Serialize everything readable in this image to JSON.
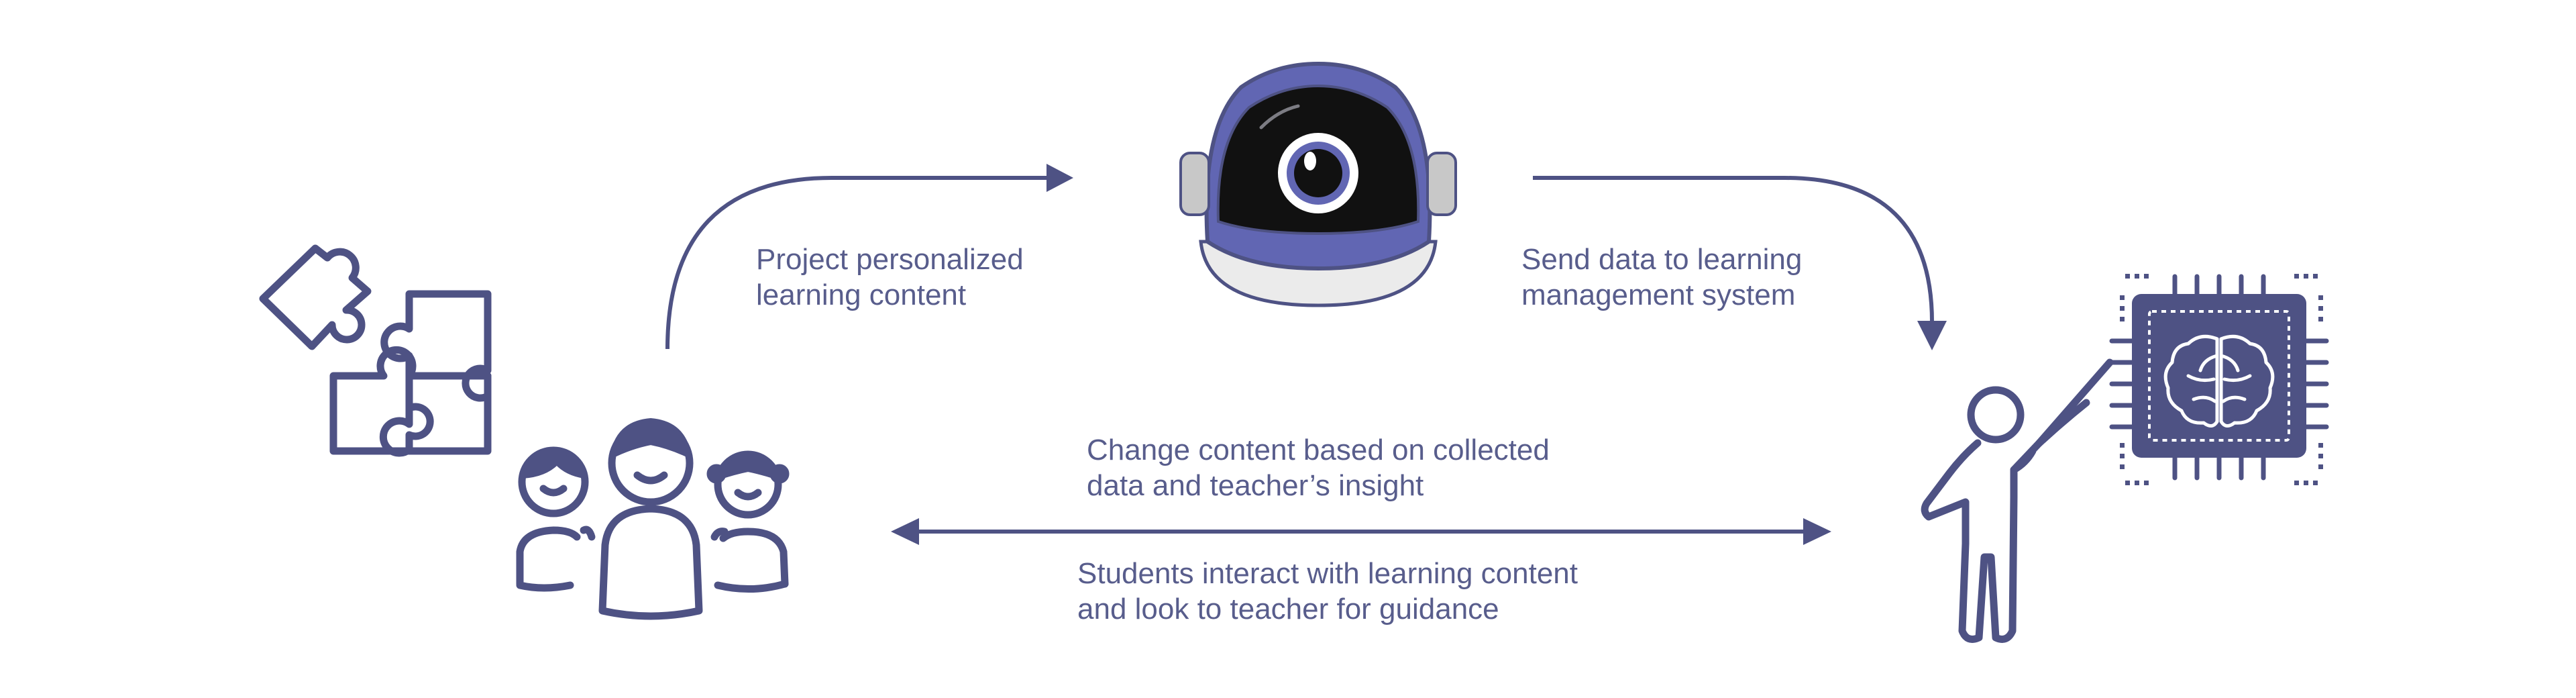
{
  "diagram": {
    "colors": {
      "ink": "#4e5284",
      "text": "#585d8c",
      "robot_blue": "#6166b3",
      "robot_gray": "#c8c8c8",
      "robot_base": "#ebebeb",
      "robot_visor": "#111111",
      "background": "#ffffff"
    },
    "nodes": {
      "puzzle": {
        "icon": "puzzle-pieces-icon"
      },
      "students": {
        "icon": "students-group-icon"
      },
      "robot": {
        "icon": "robot-head-icon"
      },
      "teacher": {
        "icon": "teacher-pointing-icon"
      },
      "lms": {
        "icon": "ai-brain-chip-icon"
      }
    },
    "edges": {
      "project_content": {
        "lines": [
          "Project personalized",
          "learning content"
        ]
      },
      "send_data": {
        "lines": [
          "Send data to learning",
          "management system"
        ]
      },
      "change_content": {
        "lines": [
          "Change content based on collected",
          "data and teacher’s insight"
        ]
      },
      "students_interact": {
        "lines": [
          "Students interact with learning content",
          "and look to teacher for guidance"
        ]
      }
    }
  }
}
